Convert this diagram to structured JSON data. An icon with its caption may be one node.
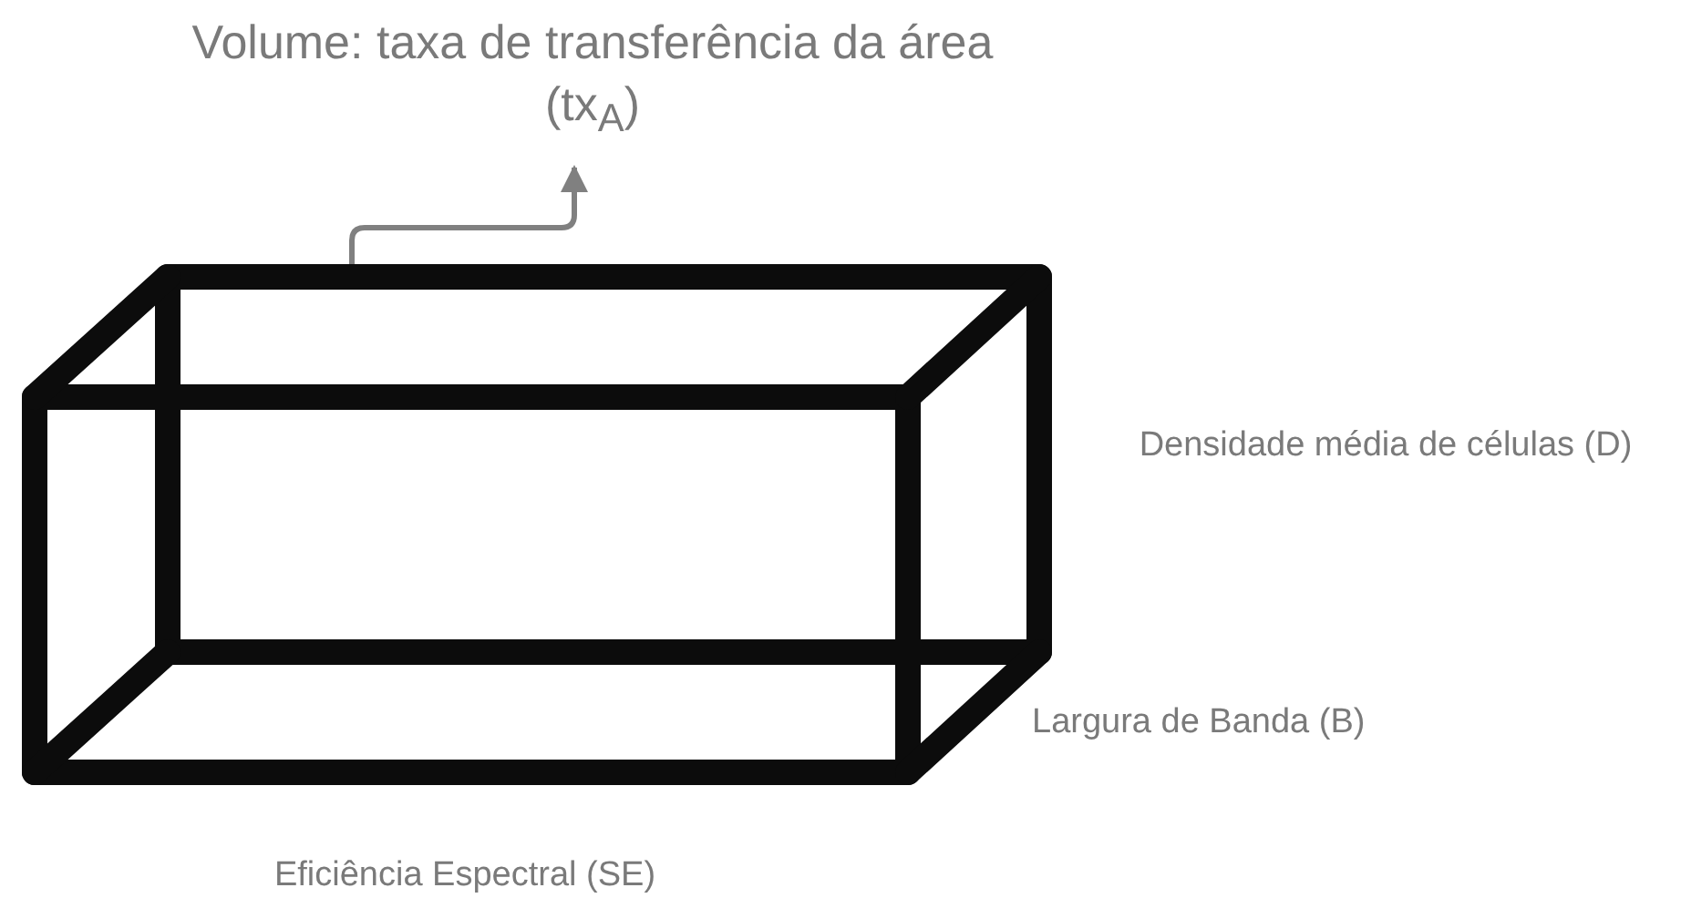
{
  "diagram": {
    "nodes": [
      {
        "text": [
          "Volume: taxa de transferência da área (tx$_{A}$)"
        ]
      },
      {
        "text": [],
        "shape": "box"
      }
    ],
    "edges": [
      {
        "from": 1,
        "to": 0,
        "arrow": "to"
      }
    ],
    "labels": [
      "Densidade média de células (D)",
      "Largura de Banda (B)",
      "Eficiência Espectral (SE)"
    ]
  }
}
